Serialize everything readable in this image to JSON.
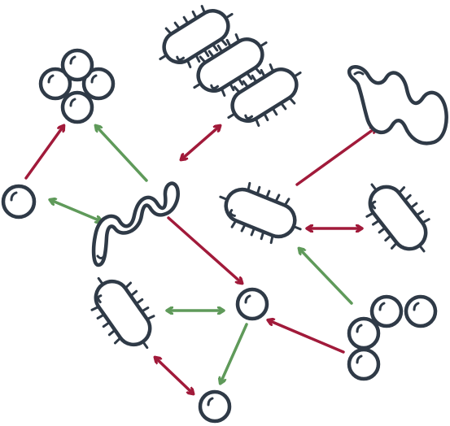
{
  "colors": {
    "outline": "#2f3a47",
    "red_arrow": "#a11a3a",
    "green_arrow": "#5f9a5a",
    "background": "#ffffff"
  },
  "organisms": [
    {
      "name": "coccus-top-left",
      "kind": "coccus"
    },
    {
      "name": "staphylococcus-cluster",
      "kind": "coccus-cluster"
    },
    {
      "name": "spirillum-center",
      "kind": "spirillum"
    },
    {
      "name": "bacillus-chain-top",
      "kind": "bacillus-chain"
    },
    {
      "name": "spirillum-top-right",
      "kind": "spirillum"
    },
    {
      "name": "bacillus-center",
      "kind": "bacillus"
    },
    {
      "name": "bacillus-right",
      "kind": "bacillus"
    },
    {
      "name": "bacillus-bottom-left",
      "kind": "bacillus"
    },
    {
      "name": "coccus-center",
      "kind": "coccus"
    },
    {
      "name": "coccus-bottom",
      "kind": "coccus"
    },
    {
      "name": "streptococcus-cluster",
      "kind": "coccus-cluster"
    }
  ],
  "arrows": [
    {
      "name": "arrow-coccus-to-staph",
      "color": "red",
      "direction": "single"
    },
    {
      "name": "arrow-spirillum-to-staph",
      "color": "green",
      "direction": "single"
    },
    {
      "name": "arrow-coccus-spirillum",
      "color": "green",
      "direction": "double"
    },
    {
      "name": "arrow-chain-spirillum",
      "color": "red",
      "direction": "double"
    },
    {
      "name": "arrow-spirillum-to-coccus-center",
      "color": "red",
      "direction": "single"
    },
    {
      "name": "arrow-bacillus-to-spirillum-top",
      "color": "red",
      "direction": "single"
    },
    {
      "name": "arrow-bacillus-bacillus",
      "color": "red",
      "direction": "double"
    },
    {
      "name": "arrow-strep-to-bacillus",
      "color": "green",
      "direction": "single"
    },
    {
      "name": "arrow-strep-to-coccus-center",
      "color": "red",
      "direction": "single"
    },
    {
      "name": "arrow-bacillus-coccus",
      "color": "green",
      "direction": "double"
    },
    {
      "name": "arrow-coccus-center-to-bottom",
      "color": "green",
      "direction": "single"
    },
    {
      "name": "arrow-bacillus-coccus-bottom",
      "color": "red",
      "direction": "double"
    }
  ]
}
